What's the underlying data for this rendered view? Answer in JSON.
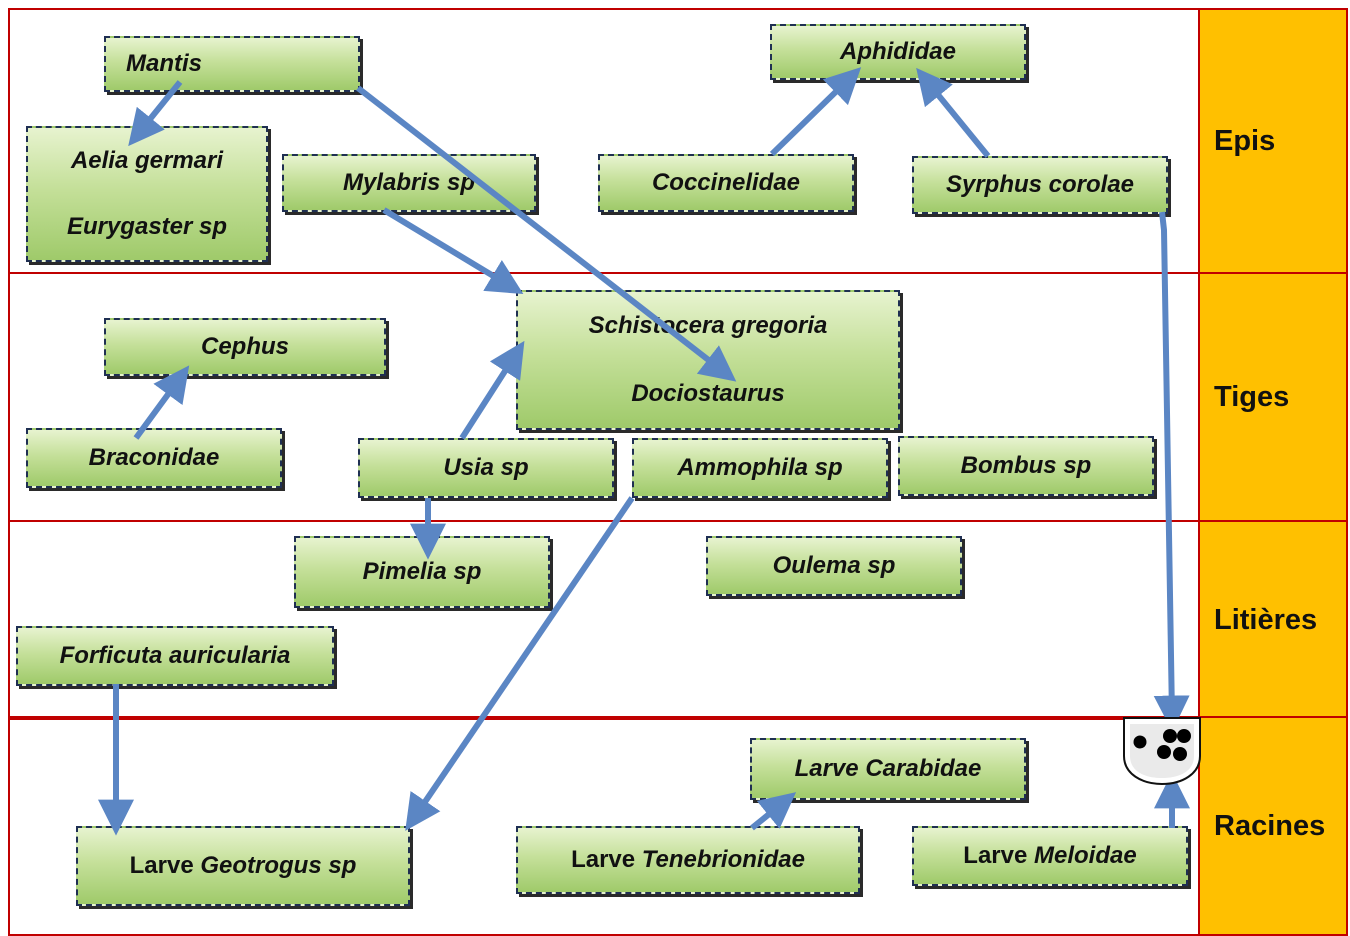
{
  "layers": [
    {
      "id": "epis",
      "label": "Epis"
    },
    {
      "id": "tiges",
      "label": "Tiges"
    },
    {
      "id": "litieres",
      "label": "Litières"
    },
    {
      "id": "racines",
      "label": "Racines"
    }
  ],
  "nodes": {
    "mantis": {
      "line1": "Mantis"
    },
    "aelia": {
      "line1": "Aelia germari",
      "line2": "Eurygaster sp"
    },
    "mylabris": {
      "line1": "Mylabris sp"
    },
    "aphididae": {
      "line1": "Aphididae"
    },
    "coccinelidae": {
      "line1": "Coccinelidae"
    },
    "syrphus": {
      "line1": "Syrphus corolae"
    },
    "cephus": {
      "line1": "Cephus"
    },
    "schistocera": {
      "line1": "Schistocera gregoria",
      "line2": "Dociostaurus"
    },
    "braconidae": {
      "line1": "Braconidae"
    },
    "usia": {
      "line1": "Usia sp"
    },
    "ammophila": {
      "line1": "Ammophila sp"
    },
    "bombus": {
      "line1": "Bombus sp"
    },
    "pimelia": {
      "line1": "Pimelia sp"
    },
    "oulema": {
      "line1": "Oulema sp"
    },
    "forficula": {
      "line1": "Forficuta auricularia"
    },
    "geotrogus": {
      "lead": "Larve",
      "name": "Geotrogus sp"
    },
    "carabidae": {
      "line1": "Larve Carabidae"
    },
    "tenebrionidae": {
      "lead": "Larve",
      "name": "Tenebrionidae"
    },
    "meloidae": {
      "lead": "Larve",
      "name": "Meloidae"
    }
  },
  "colors": {
    "band_border": "#c00000",
    "layer_label_bg": "#ffc000",
    "node_fill": "#b5d681",
    "node_border": "#1f2f52",
    "arrow": "#5b86c4"
  }
}
